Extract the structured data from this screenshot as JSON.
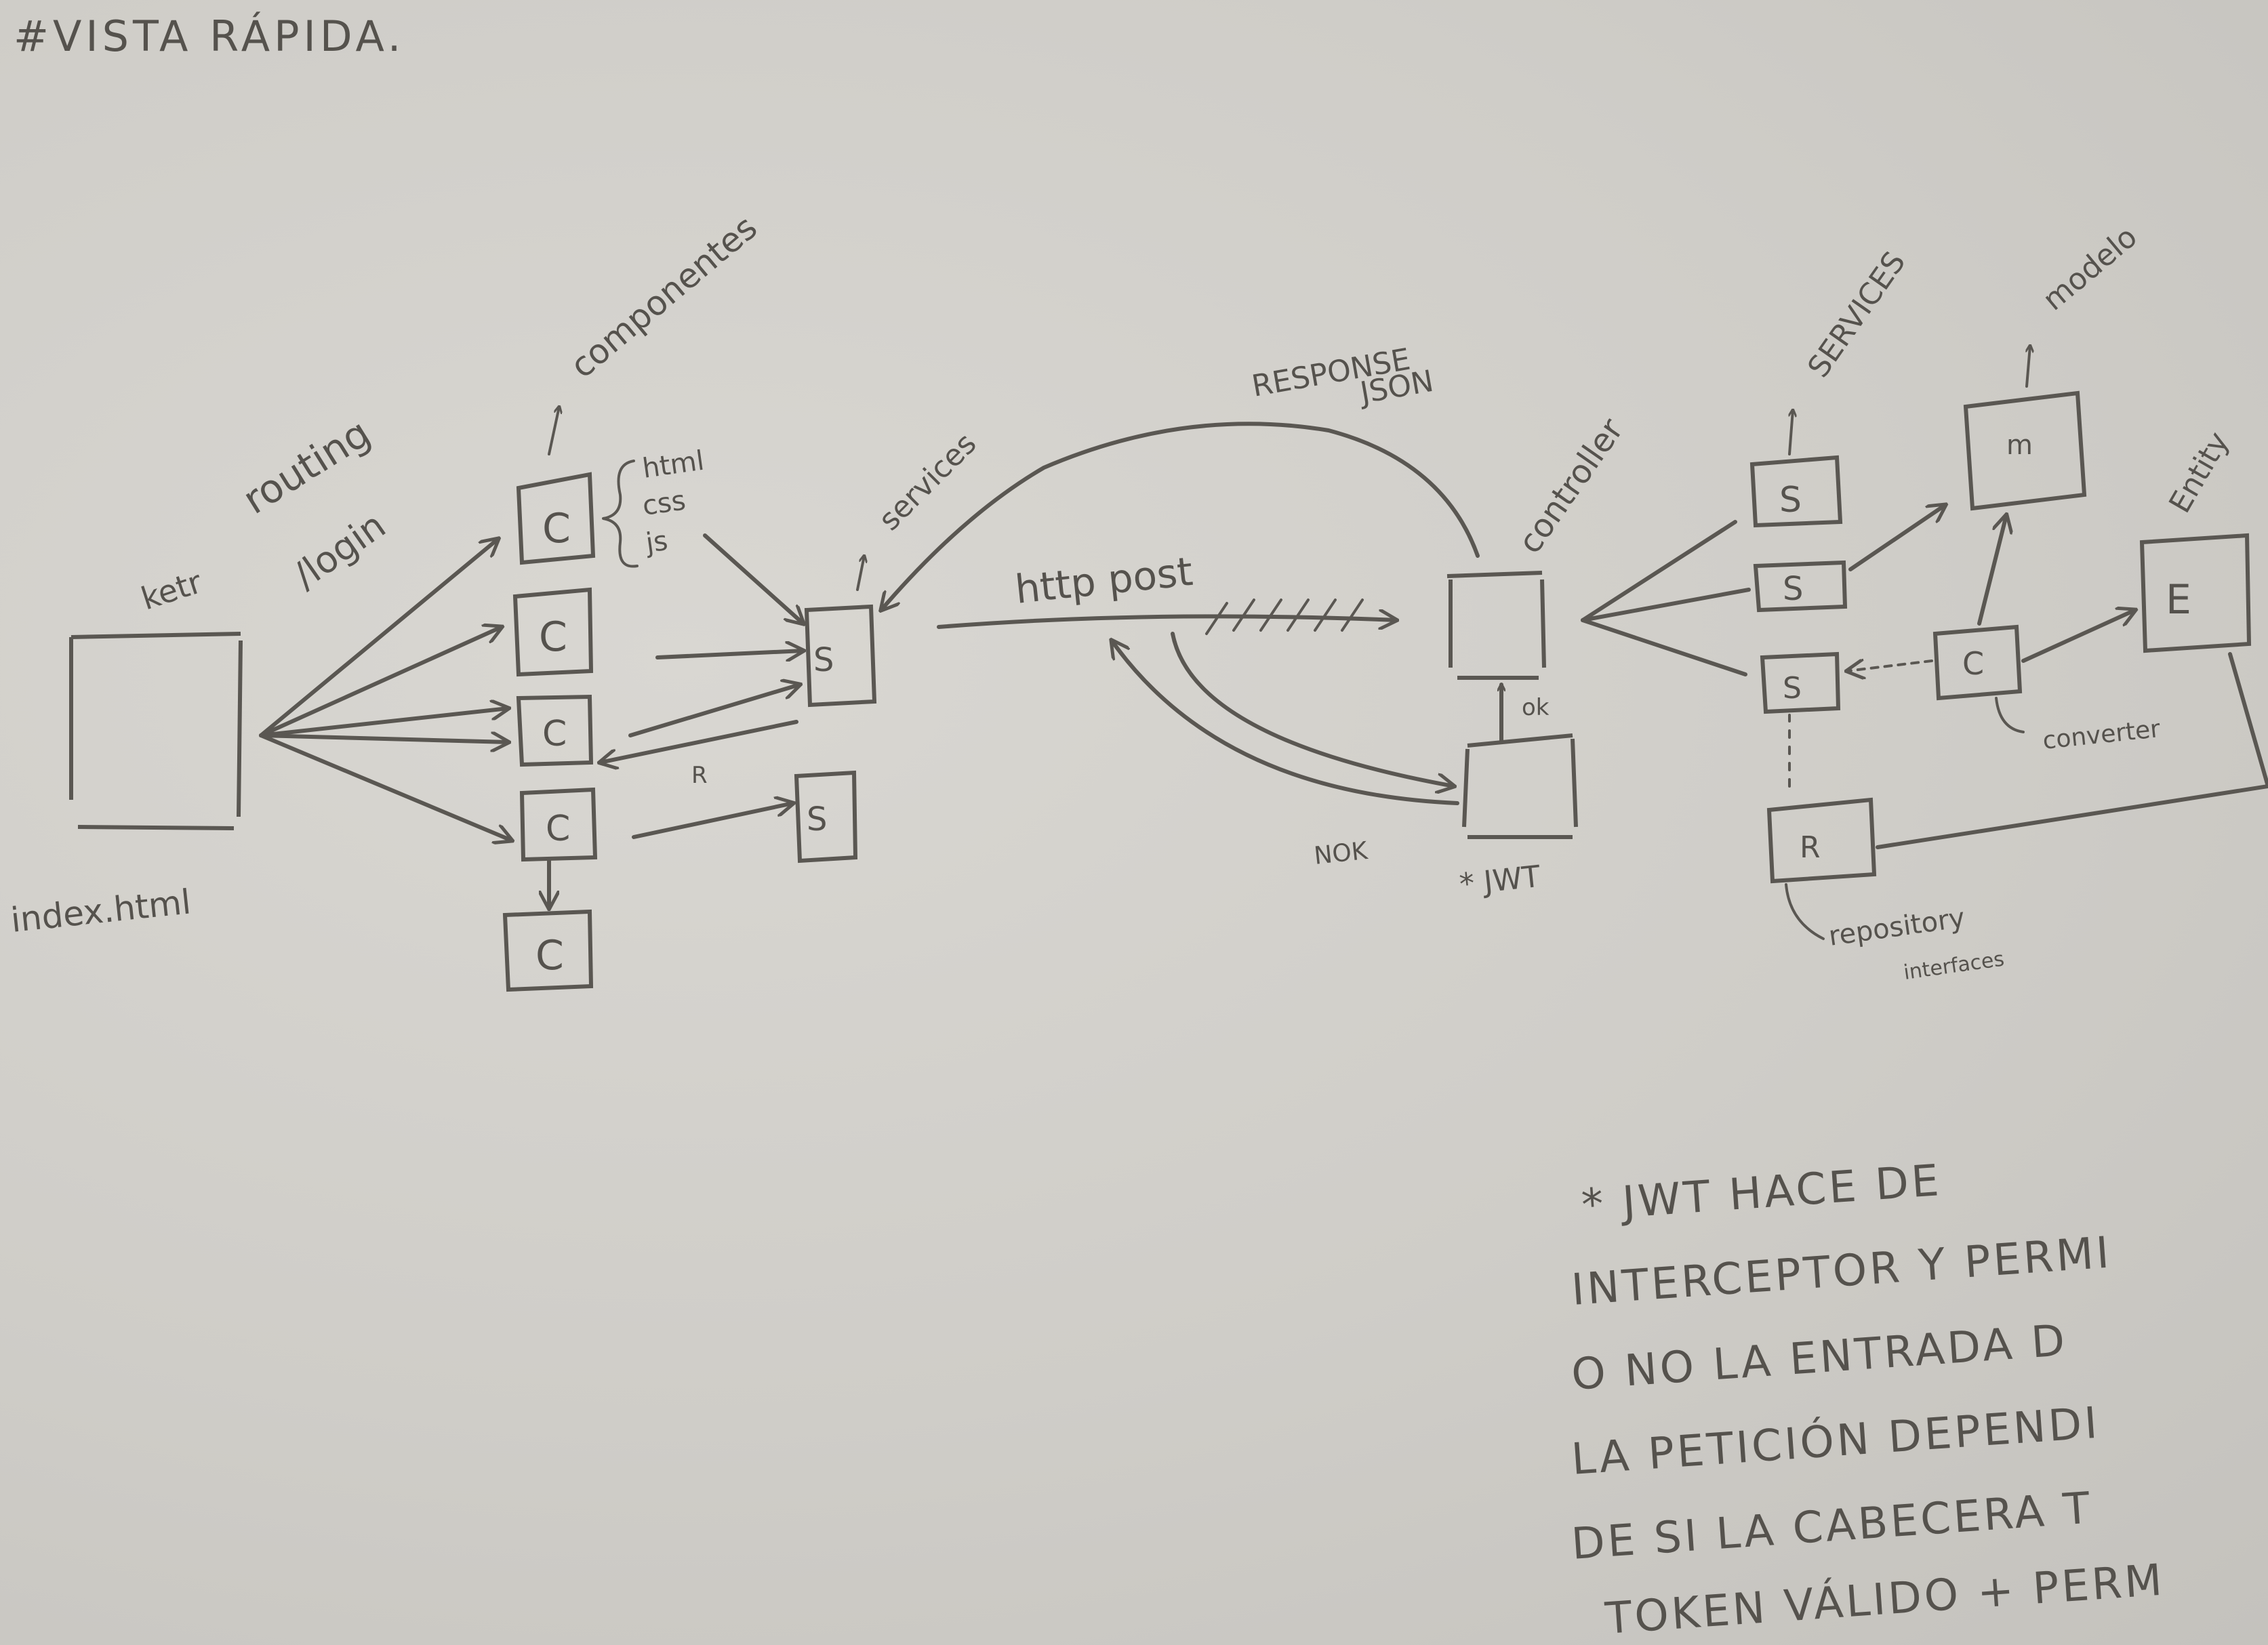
{
  "title": "#VISTA RÁPIDA.",
  "index_label": "index.html",
  "index_top_label": "ketr",
  "routing_label": "routing",
  "login_label": "/login",
  "componentes_label": "componentes",
  "component_parts": [
    "html",
    "css",
    "js"
  ],
  "component_letter": "C",
  "service_letter": "S",
  "return_label": "R",
  "services_front_label": "services",
  "http_post_label": "http post",
  "response_label": "RESPONSE",
  "json_label": "JSON",
  "controller_label": "controller",
  "ok_label": "ok",
  "nok_label": "NOK",
  "jwt_label": "* JWT",
  "services_back_label": "SERVICES",
  "modelo_label": "modelo",
  "model_letter": "m",
  "entity_label": "Entity",
  "entity_letter": "E",
  "converter_label": "converter",
  "repository_letter": "R",
  "repository_label": "repository",
  "interfaces_label": "interfaces",
  "note_lines": [
    "* JWT HACE DE",
    "INTERCEPTOR Y PERMI",
    "O NO LA ENTRADA D",
    "LA PETICIÓN DEPENDI",
    "DE SI LA CABECERA T",
    "TOKEN VÁLIDO + PERM"
  ]
}
